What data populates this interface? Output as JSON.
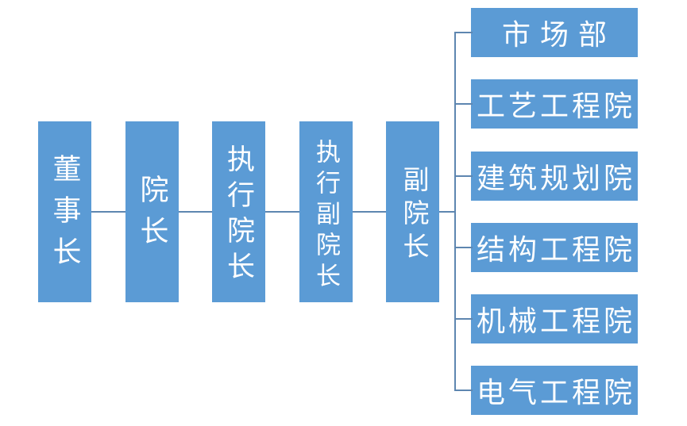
{
  "colors": {
    "background": "#FFFFFF",
    "box_fill": "#5B9BD5",
    "box_text": "#FFFFFF",
    "connector": "#5E86B0"
  },
  "chain": [
    {
      "label": "董事长"
    },
    {
      "label": "院长"
    },
    {
      "label": "执行院长"
    },
    {
      "label": "执行副院长"
    },
    {
      "label": "副院长"
    }
  ],
  "departments": [
    {
      "label": "市场部"
    },
    {
      "label": "工艺工程院"
    },
    {
      "label": "建筑规划院"
    },
    {
      "label": "结构工程院"
    },
    {
      "label": "机械工程院"
    },
    {
      "label": "电气工程院"
    }
  ]
}
